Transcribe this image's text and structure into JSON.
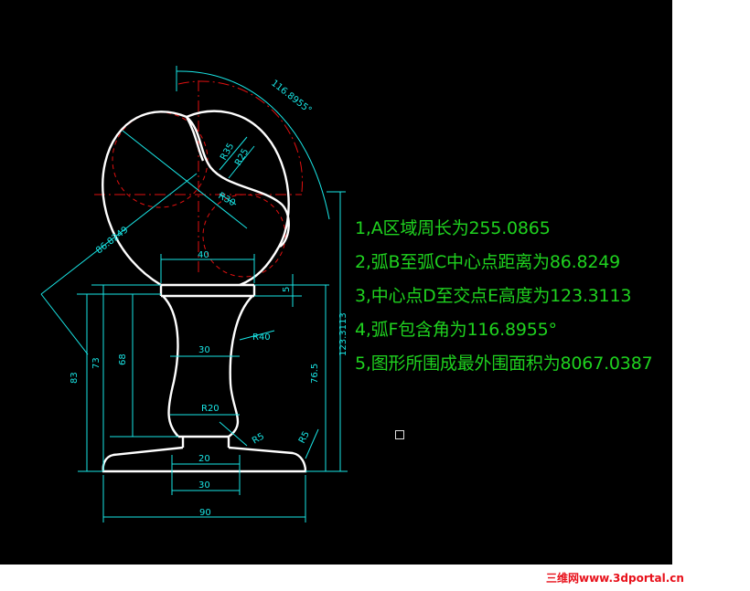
{
  "dimensions": {
    "angle": "116.8955°",
    "diag": "86.8249",
    "r35": "R35",
    "r25": "R25",
    "r30": "R30",
    "w40": "40",
    "v5": "5",
    "w30_neck": "30",
    "r40": "R40",
    "h68": "68",
    "h73": "73",
    "h83": "83",
    "h765": "76.5",
    "h1233": "123.3113",
    "r20": "R20",
    "r5_left": "R5",
    "r5_right": "R5",
    "w20": "20",
    "w30_base": "30",
    "w90": "90"
  },
  "answers": [
    "1,A区域周长为255.0865",
    "2,弧B至弧C中心点距离为86.8249",
    "3,中心点D至交点E高度为123.3113",
    "4,弧F包含角为116.8955°",
    "5,图形所围成最外围面积为8067.0387"
  ],
  "watermark": "三维网www.3dportal.cn",
  "colors": {
    "background": "#000000",
    "outline": "#ffffff",
    "dimension": "#19e6e6",
    "centerline": "#e01010",
    "answer_text": "#1fd21f",
    "watermark": "#e8101a"
  }
}
